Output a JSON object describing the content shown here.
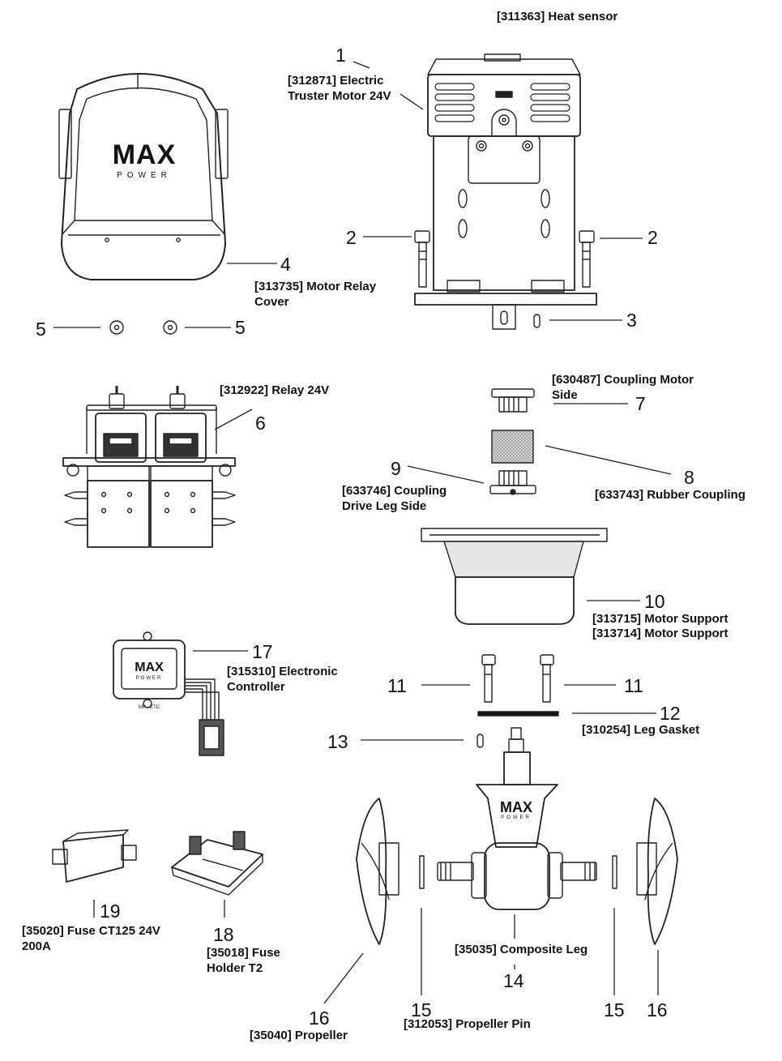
{
  "brand": {
    "name_line1": "MAX",
    "name_line2": "POWER",
    "controller_model": "MP - ETC"
  },
  "parts": [
    {
      "ref": "1",
      "label_lines": [
        "[312871] Electric",
        "Truster Motor 24V"
      ]
    },
    {
      "ref": "2",
      "label_lines": []
    },
    {
      "ref": "3",
      "label_lines": []
    },
    {
      "ref": "4",
      "label_lines": [
        "[313735] Motor Relay",
        "Cover"
      ]
    },
    {
      "ref": "5",
      "label_lines": []
    },
    {
      "ref": "6",
      "label_lines": [
        "[312922] Relay 24V"
      ]
    },
    {
      "ref": "7",
      "label_lines": [
        "[630487] Coupling Motor",
        "Side"
      ]
    },
    {
      "ref": "8",
      "label_lines": [
        "[633743] Rubber Coupling"
      ]
    },
    {
      "ref": "9",
      "label_lines": [
        "[633746] Coupling",
        "Drive Leg Side"
      ]
    },
    {
      "ref": "10",
      "label_lines": [
        "[313715] Motor Support",
        "[313714] Motor Support"
      ]
    },
    {
      "ref": "11",
      "label_lines": []
    },
    {
      "ref": "12",
      "label_lines": [
        "[310254] Leg Gasket"
      ]
    },
    {
      "ref": "13",
      "label_lines": []
    },
    {
      "ref": "14",
      "label_lines": [
        "[35035] Composite Leg"
      ]
    },
    {
      "ref": "15",
      "label_lines": [
        "[312053] Propeller Pin"
      ]
    },
    {
      "ref": "16",
      "label_lines": [
        "[35040] Propeller"
      ]
    },
    {
      "ref": "17",
      "label_lines": [
        "[315310] Electronic",
        "Controller"
      ]
    },
    {
      "ref": "18",
      "label_lines": [
        "[35018] Fuse",
        "Holder T2"
      ]
    },
    {
      "ref": "19",
      "label_lines": [
        "[35020] Fuse CT125 24V",
        "200A"
      ]
    }
  ],
  "extra_labels": {
    "heat_sensor": "[311363] Heat sensor"
  }
}
